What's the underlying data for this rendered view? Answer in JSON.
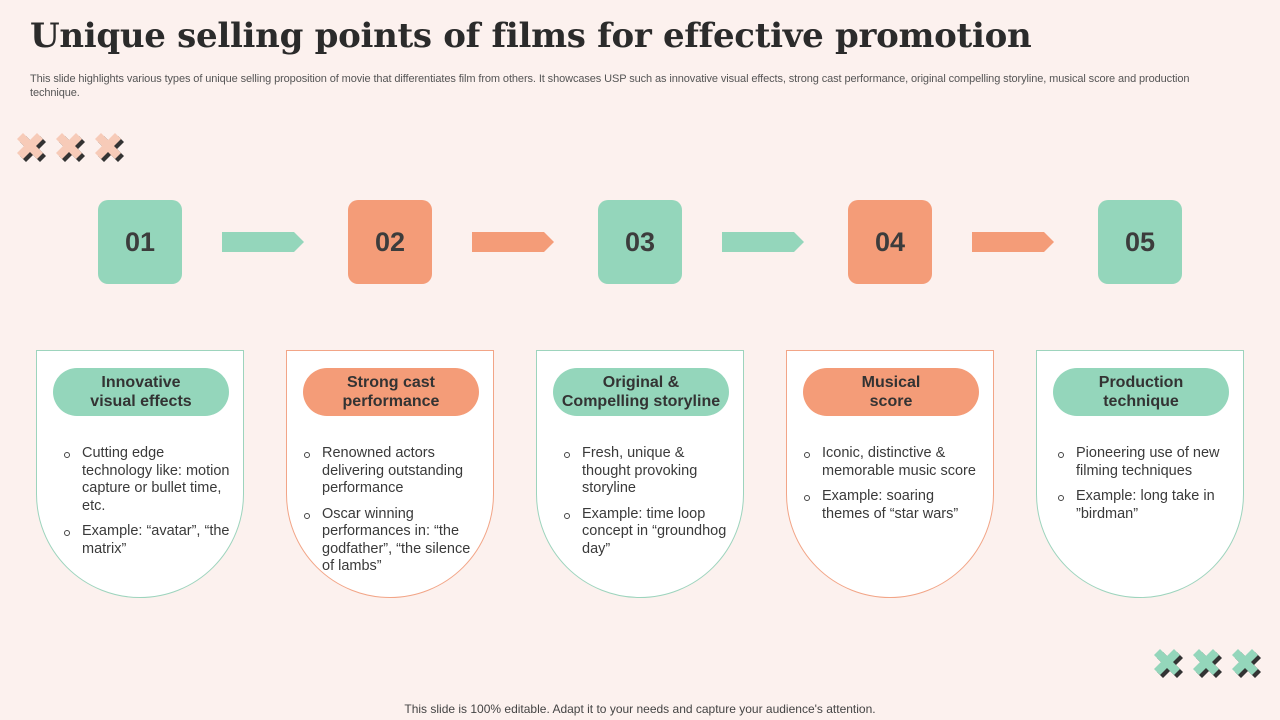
{
  "title": "Unique selling points of films for effective promotion",
  "subtitle": "This slide highlights various types of unique selling proposition of movie that differentiates film from others. It showcases USP such as innovative visual effects, strong cast performance, original compelling storyline, musical score and production technique.",
  "colors": {
    "green": "#94d6bb",
    "orange": "#f49c78",
    "background": "#fcf1ee"
  },
  "steps": [
    {
      "number": "01",
      "heading_line1": "Innovative",
      "heading_line2": "visual effects",
      "bullets": [
        "Cutting edge technology like: motion capture or bullet time, etc.",
        "Example: “avatar”, “the matrix”"
      ]
    },
    {
      "number": "02",
      "heading_line1": "Strong cast",
      "heading_line2": "performance",
      "bullets": [
        "Renowned actors delivering outstanding performance",
        "Oscar winning performances in: “the godfather”, “the silence of lambs”"
      ]
    },
    {
      "number": "03",
      "heading_line1": "Original &",
      "heading_line2": "Compelling storyline",
      "bullets": [
        "Fresh, unique & thought provoking storyline",
        "Example: time loop concept in “groundhog day”"
      ]
    },
    {
      "number": "04",
      "heading_line1": "Musical",
      "heading_line2": "score",
      "bullets": [
        "Iconic, distinctive & memorable music score",
        "Example: soaring themes of “star wars”"
      ]
    },
    {
      "number": "05",
      "heading_line1": "Production",
      "heading_line2": "technique",
      "bullets": [
        "Pioneering use of new filming techniques",
        "Example: long take in ”birdman”"
      ]
    }
  ],
  "footer": "This slide is 100% editable. Adapt it to your needs and capture your audience's attention."
}
